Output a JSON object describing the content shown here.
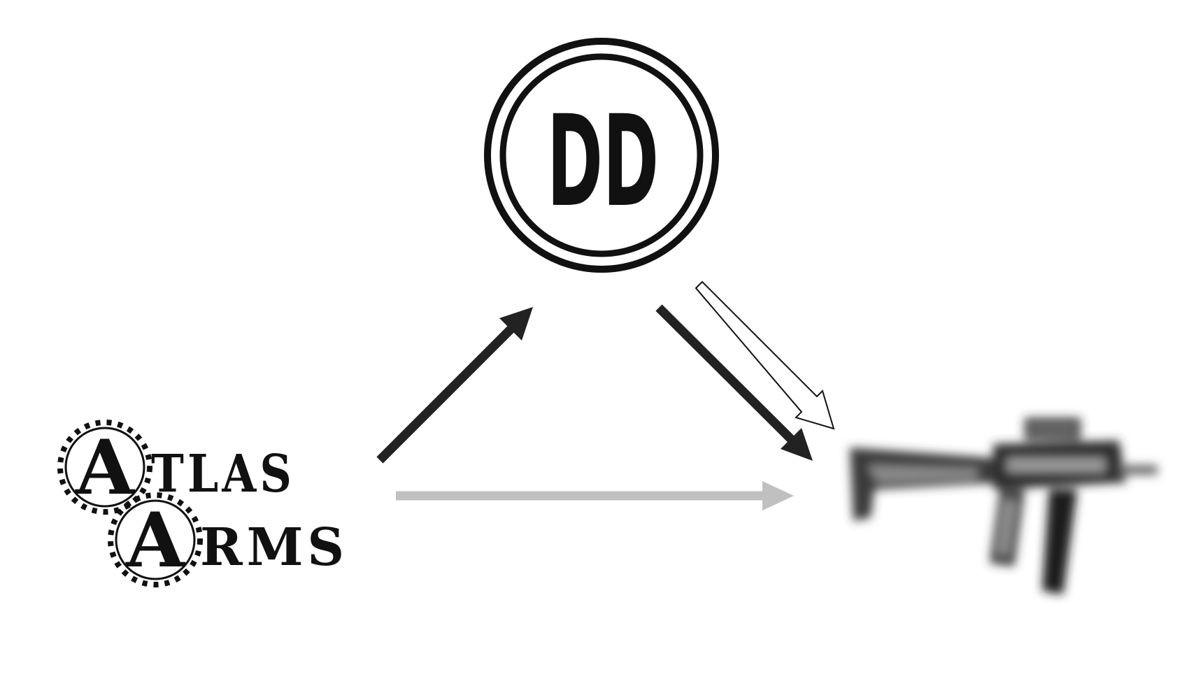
{
  "diagram": {
    "center_logo": {
      "text": "DD"
    },
    "left_logo": {
      "line1_initial": "A",
      "line1_rest": "TLAS",
      "line2_initial": "A",
      "line2_rest": "RMS"
    },
    "right_object": {
      "icon": "rifle-icon"
    },
    "colors": {
      "ink": "#1a1a1a",
      "muted_arrow": "#c0c0c0",
      "outline_arrow_fill": "#ffffff"
    }
  }
}
